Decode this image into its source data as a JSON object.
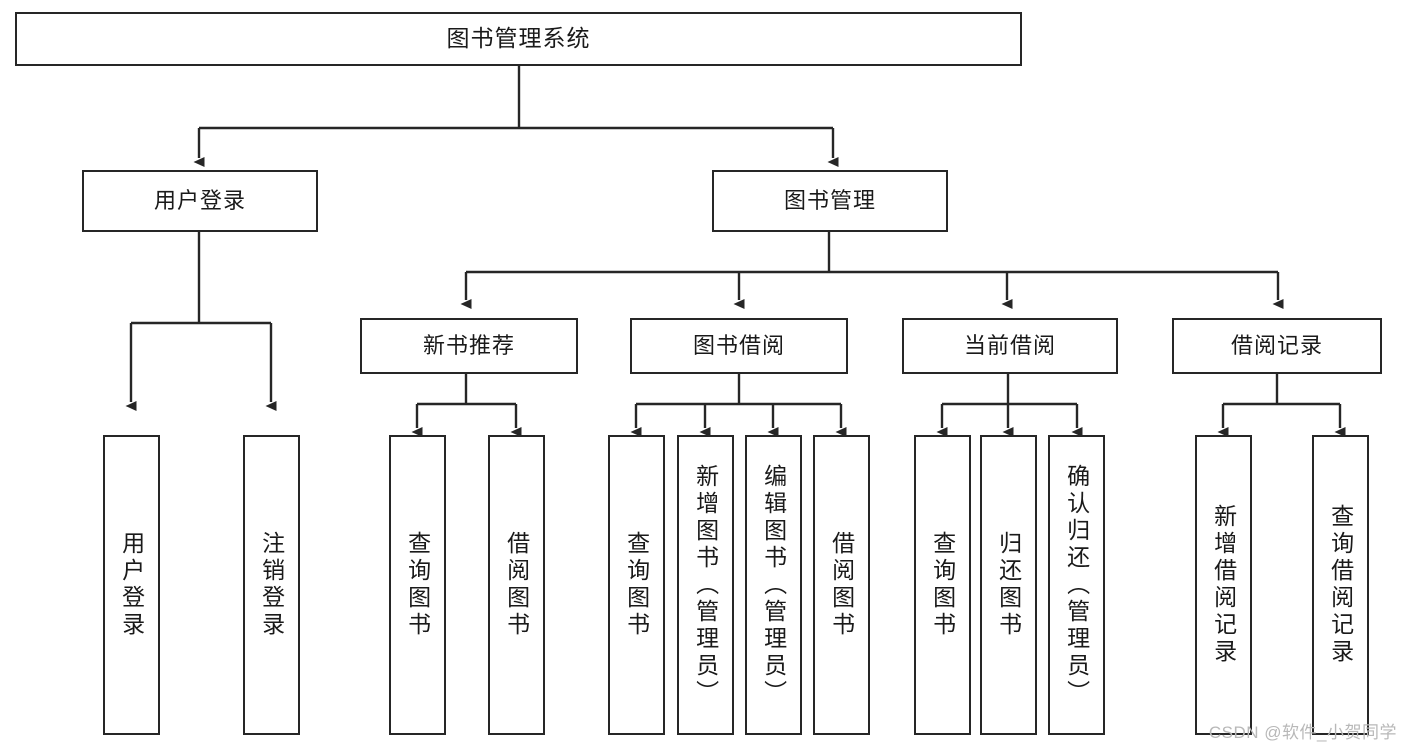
{
  "diagram": {
    "title": "图书管理系统",
    "type": "tree-hierarchy-chart",
    "colors": {
      "border": "#262626",
      "background": "#ffffff",
      "text": "#1a1a1a",
      "watermark": "#b8b8b8"
    },
    "root": {
      "label": "图书管理系统"
    },
    "level2": [
      {
        "label": "用户登录"
      },
      {
        "label": "图书管理"
      }
    ],
    "level3": [
      {
        "label": "新书推荐"
      },
      {
        "label": "图书借阅"
      },
      {
        "label": "当前借阅"
      },
      {
        "label": "借阅记录"
      }
    ],
    "leaves": {
      "user_login": [
        {
          "label": "用户登录"
        },
        {
          "label": "注销登录"
        }
      ],
      "new_book_recommend": [
        {
          "label": "查询图书"
        },
        {
          "label": "借阅图书"
        }
      ],
      "book_borrow": [
        {
          "label": "查询图书"
        },
        {
          "label": "新增图书（管理员）"
        },
        {
          "label": "编辑图书（管理员）"
        },
        {
          "label": "借阅图书"
        }
      ],
      "current_borrow": [
        {
          "label": "查询图书"
        },
        {
          "label": "归还图书"
        },
        {
          "label": "确认归还（管理员）"
        }
      ],
      "borrow_record": [
        {
          "label": "新增借阅记录"
        },
        {
          "label": "查询借阅记录"
        }
      ]
    },
    "watermark": "CSDN @软件_小贺同学"
  }
}
